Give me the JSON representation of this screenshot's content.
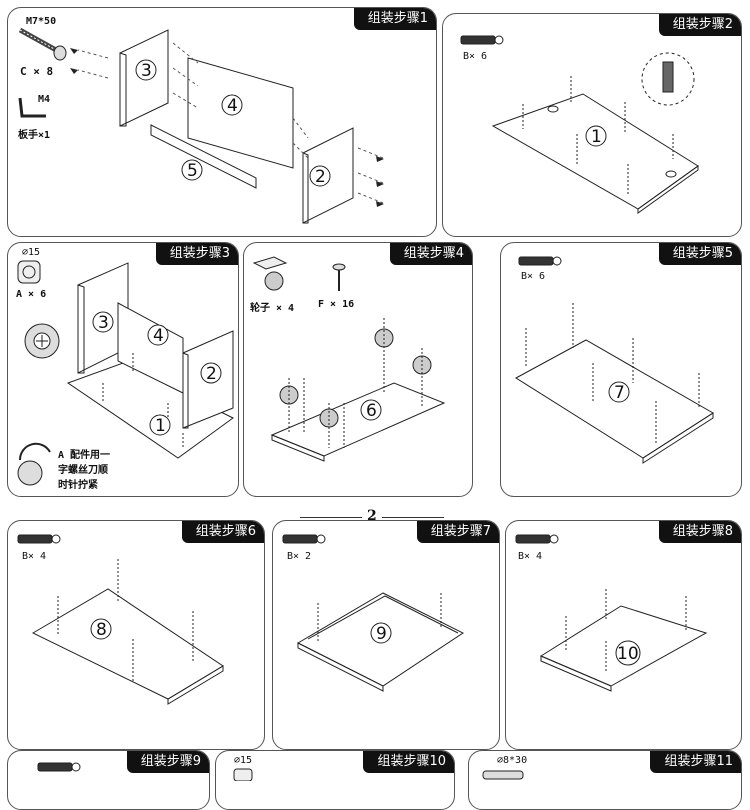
{
  "steps": {
    "s1": {
      "label": "组装步骤1",
      "screw_name": "M7*50",
      "screw_qty": "C × 8",
      "wrench_name": "M4",
      "wrench_qty": "板手×1",
      "parts": [
        "3",
        "4",
        "5",
        "2"
      ]
    },
    "s2": {
      "label": "组装步骤2",
      "qty": "B× 6",
      "parts": [
        "1"
      ]
    },
    "s3": {
      "label": "组装步骤3",
      "cam_size": "⌀15",
      "cam_qty": "A × 6",
      "note_line1": "A 配件用一",
      "note_line2": "字螺丝刀顺",
      "note_line3": "时针拧紧",
      "parts": [
        "3",
        "4",
        "2",
        "1"
      ]
    },
    "s4": {
      "label": "组装步骤4",
      "wheel_qty": "轮子 × 4",
      "screw_qty": "F × 16",
      "parts": [
        "6"
      ]
    },
    "s5": {
      "label": "组装步骤5",
      "qty": "B× 6",
      "parts": [
        "7"
      ]
    },
    "s6": {
      "label": "组装步骤6",
      "qty": "B× 4",
      "parts": [
        "8"
      ]
    },
    "s7": {
      "label": "组装步骤7",
      "qty": "B× 2",
      "parts": [
        "9"
      ]
    },
    "s8": {
      "label": "组装步骤8",
      "qty": "B× 4",
      "parts": [
        "10"
      ]
    },
    "s9": {
      "label": "组装步骤9"
    },
    "s10": {
      "label": "组装步骤10",
      "cam_size": "⌀15"
    },
    "s11": {
      "label": "组装步骤11",
      "dowel_size": "⌀8*30"
    }
  },
  "page_number": "2",
  "colors": {
    "ink": "#111111",
    "border": "#555555",
    "tag_bg": "#111111",
    "tag_text": "#ffffff"
  }
}
